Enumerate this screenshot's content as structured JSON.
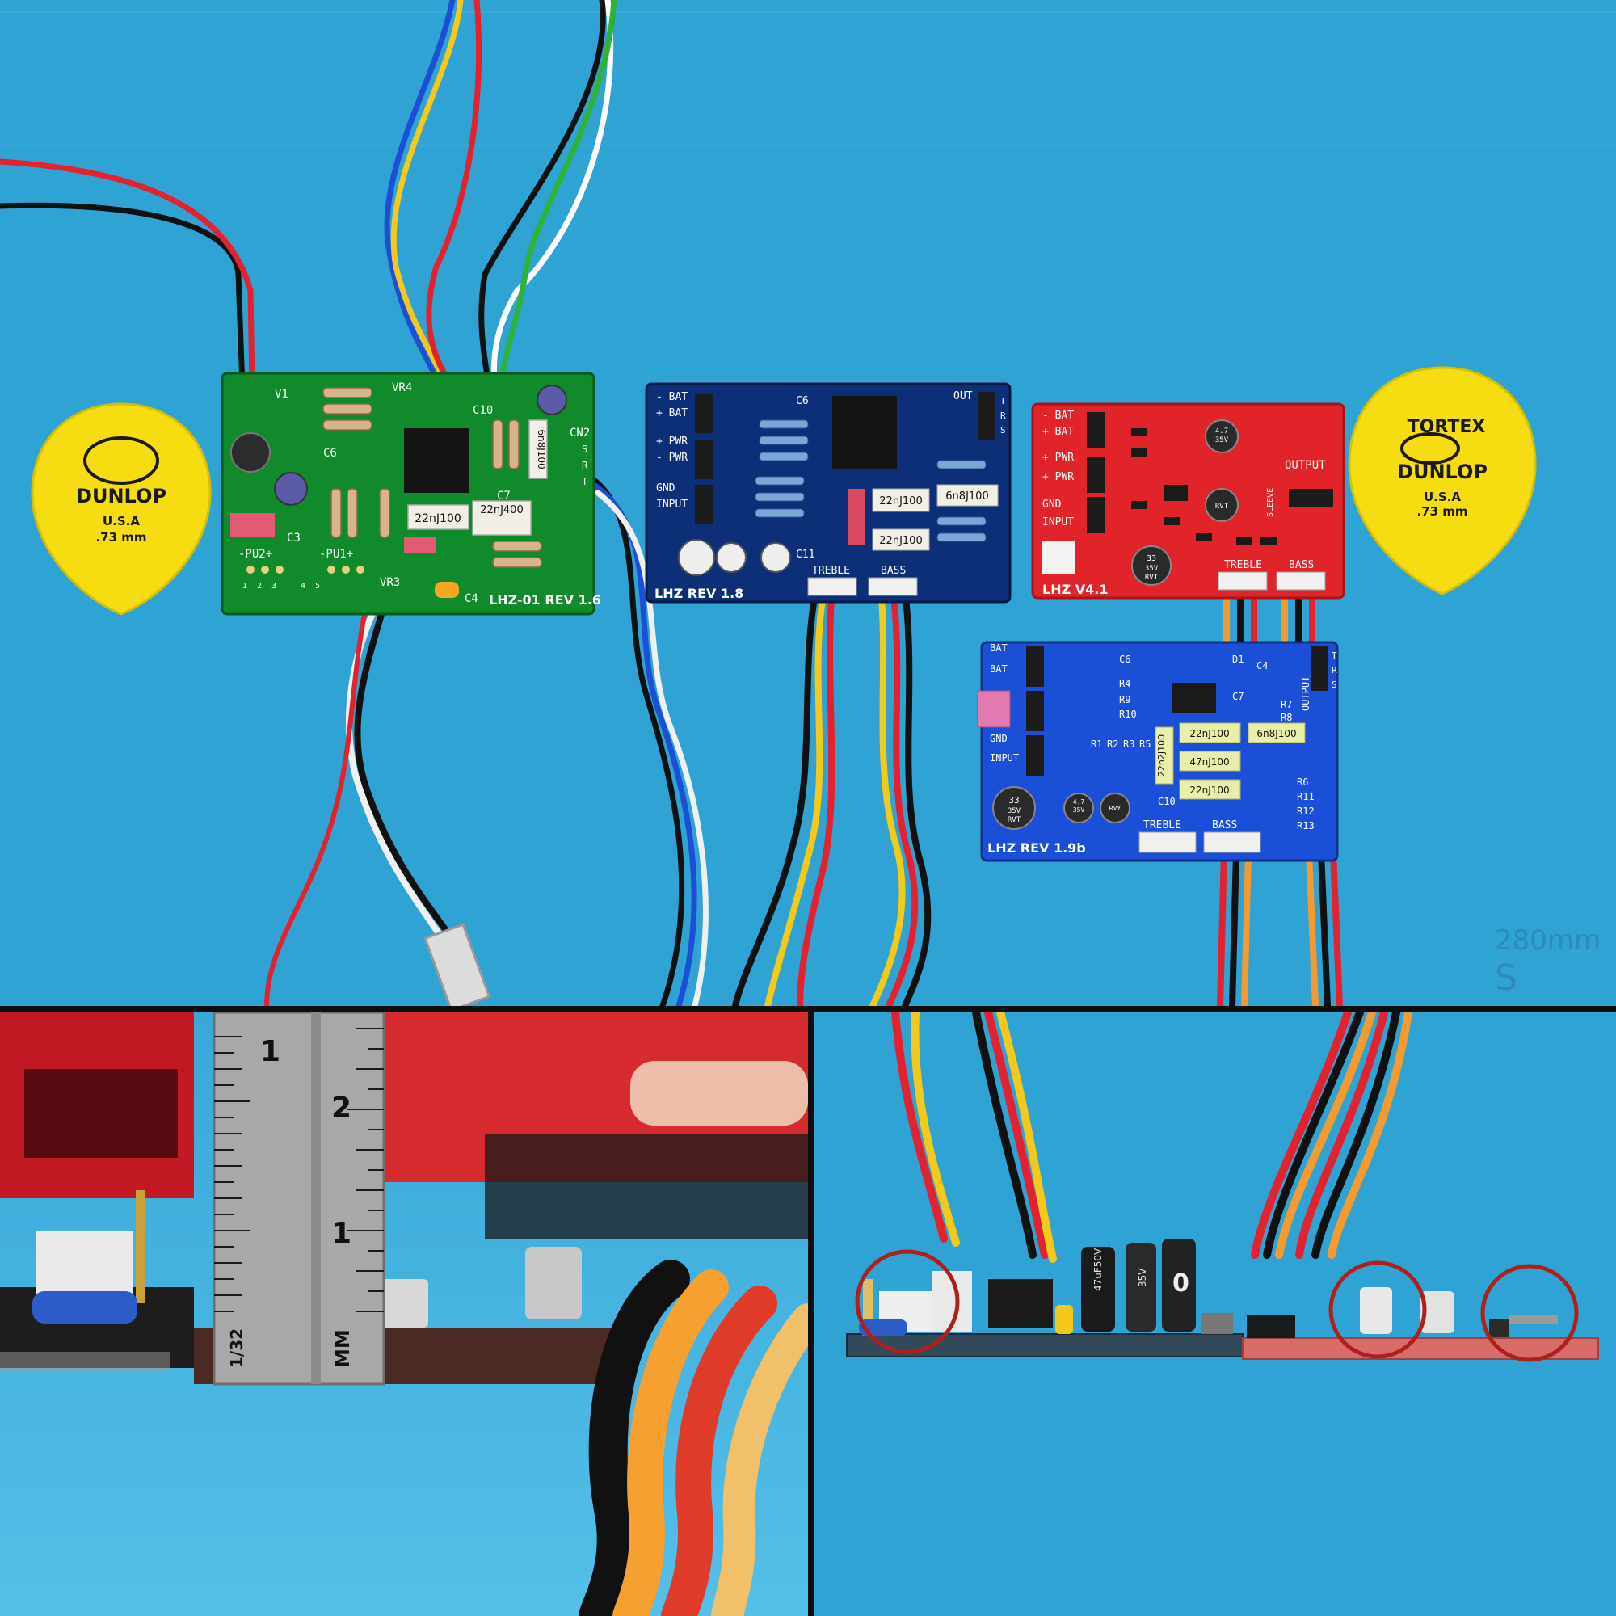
{
  "palette": {
    "mat_blue": "#2fa3d3",
    "pcb_green": "#118a2b",
    "pcb_navy": "#0d2f78",
    "pcb_red": "#e0242a",
    "pcb_royal": "#1c4fd8",
    "pick_yellow": "#f6dd12",
    "highlight_circle": "#b0201a"
  },
  "picks": {
    "left": {
      "brand": "DUNLOP",
      "origin": "U.S.A",
      "gauge": ".73 mm"
    },
    "right": {
      "series": "TORTEX",
      "brand": "DUNLOP",
      "origin": "U.S.A",
      "gauge": ".73 mm"
    }
  },
  "board_green": {
    "name": "LHZ-01 REV 1.6",
    "refs": [
      "V1",
      "VR4",
      "C10",
      "C6",
      "C7",
      "C3",
      "C4",
      "CN2",
      "VR3",
      "-PU2+",
      "-PU1+"
    ],
    "pins": [
      "S",
      "R",
      "T"
    ],
    "caps": [
      "22nJ100",
      "22nJ400",
      "6n8J100"
    ],
    "header_numbers": [
      "1",
      "2",
      "3",
      "4",
      "5"
    ]
  },
  "board_navy": {
    "name": "LHZ REV 1.8",
    "refs": [
      "- BAT",
      "+ BAT",
      "+ PWR",
      "- PWR",
      "GND",
      "INPUT",
      "C6",
      "C11",
      "OUT"
    ],
    "pins": [
      "T",
      "R",
      "S"
    ],
    "caps": [
      "22nJ100",
      "6n8J100",
      "22nJ100"
    ],
    "connectors": [
      "TREBLE",
      "BASS"
    ]
  },
  "board_red": {
    "name": "LHZ V4.1",
    "refs": [
      "- BAT",
      "+ BAT",
      "+ PWR",
      "+ PWR",
      "GND",
      "INPUT",
      "OUTPUT",
      "SLEEVE"
    ],
    "electrolytic": [
      "4.7",
      "35V",
      "RVT"
    ],
    "big_cap": [
      "33",
      "35V",
      "RVT"
    ],
    "connectors": [
      "TREBLE",
      "BASS"
    ]
  },
  "board_blue": {
    "name": "LHZ REV 1.9b",
    "refs": [
      "BAT",
      "BAT",
      "GND",
      "INPUT",
      "OUTPUT",
      "C6",
      "D1",
      "C4",
      "R4",
      "R9",
      "R10",
      "C7",
      "R7",
      "R8",
      "R1",
      "R2",
      "R3",
      "R5",
      "R6",
      "R11",
      "R12",
      "R13",
      "C10"
    ],
    "pins": [
      "T",
      "R",
      "S"
    ],
    "caps": [
      "22nJ100",
      "6n8J100",
      "22n2J100",
      "47nJ100",
      "22nJ100"
    ],
    "big_cap": [
      "33",
      "35V",
      "RVT"
    ],
    "small_caps": [
      "4.7",
      "35V",
      "RVY"
    ],
    "connectors": [
      "TREBLE",
      "BASS"
    ]
  },
  "mat_marking": {
    "value": "280mm",
    "letter": "S"
  },
  "ruler": {
    "inch_marks": [
      "1",
      "2",
      "1"
    ],
    "unit_labels": [
      "1/32",
      "MM"
    ]
  },
  "side_view": {
    "cap_labels": [
      "47uF50V",
      "35V",
      "0"
    ]
  }
}
